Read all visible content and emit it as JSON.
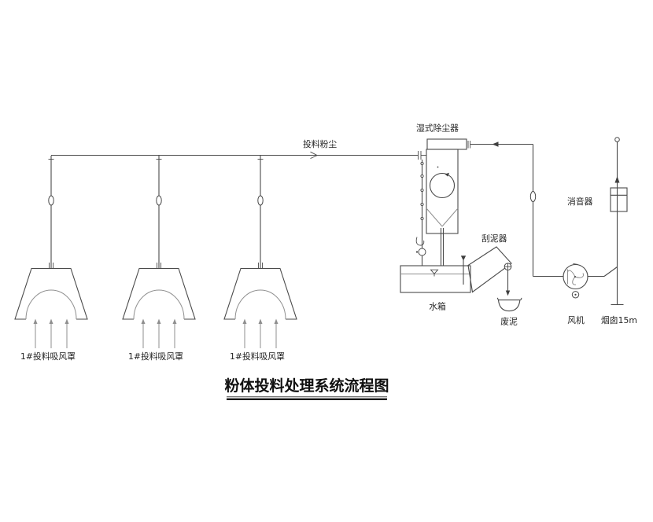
{
  "diagram": {
    "title": "粉体投料处理系统流程图",
    "labels": {
      "feed_dust": "投料粉尘",
      "wet_collector": "湿式除尘器",
      "scraper": "刮泥器",
      "water_tank": "水箱",
      "waste_mud": "废泥",
      "fan": "风机",
      "muffler": "消音器",
      "stack": "烟囱15m",
      "hoods": [
        "1#投料吸风罩",
        "1#投料吸风罩",
        "1#投料吸风罩"
      ]
    },
    "colors": {
      "background": "#ffffff",
      "line_dark": "#4a4a4a",
      "line_light": "#8f8f8f",
      "text": "#242424"
    }
  }
}
